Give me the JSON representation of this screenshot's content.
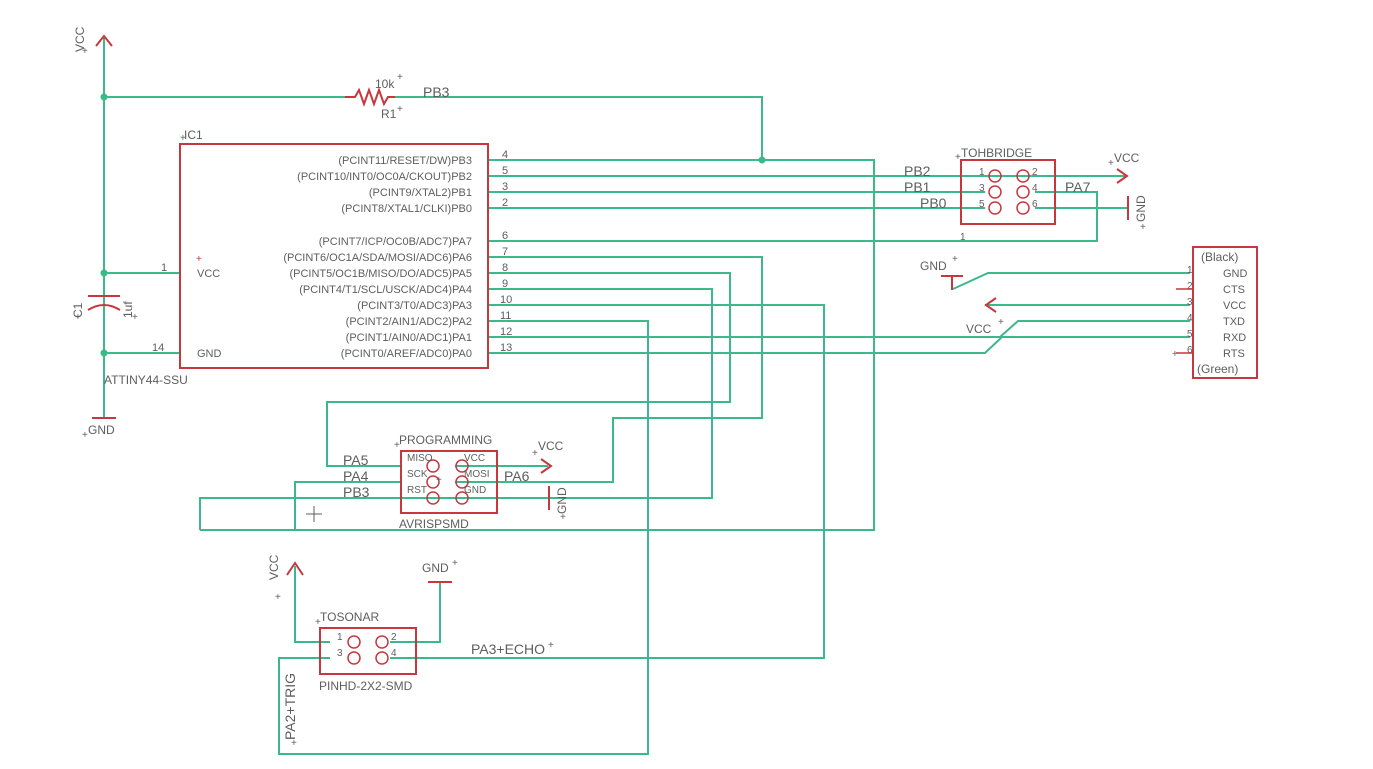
{
  "ic1": {
    "ref": "IC1",
    "value": "ATTINY44-SSU",
    "left_pins": [
      {
        "num": "1",
        "name": "VCC"
      },
      {
        "num": "14",
        "name": "GND"
      }
    ],
    "right_pins": [
      {
        "num": "4",
        "name": "(PCINT11/RESET/DW)PB3"
      },
      {
        "num": "5",
        "name": "(PCINT10/INT0/OC0A/CKOUT)PB2"
      },
      {
        "num": "3",
        "name": "(PCINT9/XTAL2)PB1"
      },
      {
        "num": "2",
        "name": "(PCINT8/XTAL1/CLKI)PB0"
      },
      {
        "num": "6",
        "name": "(PCINT7/ICP/OC0B/ADC7)PA7"
      },
      {
        "num": "7",
        "name": "(PCINT6/OC1A/SDA/MOSI/ADC6)PA6"
      },
      {
        "num": "8",
        "name": "(PCINT5/OC1B/MISO/DO/ADC5)PA5"
      },
      {
        "num": "9",
        "name": "(PCINT4/T1/SCL/USCK/ADC4)PA4"
      },
      {
        "num": "10",
        "name": "(PCINT3/T0/ADC3)PA3"
      },
      {
        "num": "11",
        "name": "(PCINT2/AIN1/ADC2)PA2"
      },
      {
        "num": "12",
        "name": "(PCINT1/AIN0/ADC1)PA1"
      },
      {
        "num": "13",
        "name": "(PCINT0/AREF/ADC0)PA0"
      }
    ]
  },
  "r1": {
    "ref": "R1",
    "value": "10k",
    "net": "PB3"
  },
  "c1": {
    "ref": "C1",
    "value": "1uf"
  },
  "supplies": {
    "vcc": "VCC",
    "gnd": "GND"
  },
  "tohbridge": {
    "name": "TOHBRIDGE",
    "pin_numbers": [
      "1",
      "2",
      "3",
      "4",
      "5",
      "6"
    ],
    "nets": [
      "PB2",
      "PB1",
      "PB0",
      "PA7"
    ],
    "corner": "1"
  },
  "ftdi": {
    "top_label": "(Black)",
    "bottom_label": "(Green)",
    "pins": [
      {
        "num": "1",
        "name": "GND"
      },
      {
        "num": "2",
        "name": "CTS"
      },
      {
        "num": "3",
        "name": "VCC"
      },
      {
        "num": "4",
        "name": "TXD"
      },
      {
        "num": "5",
        "name": "RXD"
      },
      {
        "num": "6",
        "name": "RTS"
      }
    ]
  },
  "programming": {
    "name": "PROGRAMMING",
    "value": "AVRISPSMD",
    "pin_labels": [
      "MISO",
      "VCC",
      "SCK",
      "MOSI",
      "RST",
      "GND"
    ],
    "nets": [
      "PA5",
      "PA4",
      "PB3",
      "PA6"
    ]
  },
  "tosonar": {
    "name": "TOSONAR",
    "value": "PINHD-2X2-SMD",
    "pin_numbers": [
      "1",
      "2",
      "3",
      "4"
    ],
    "nets": [
      "PA3+ECHO",
      "PA2+TRIG"
    ]
  },
  "marks": {
    "plus": "+"
  }
}
